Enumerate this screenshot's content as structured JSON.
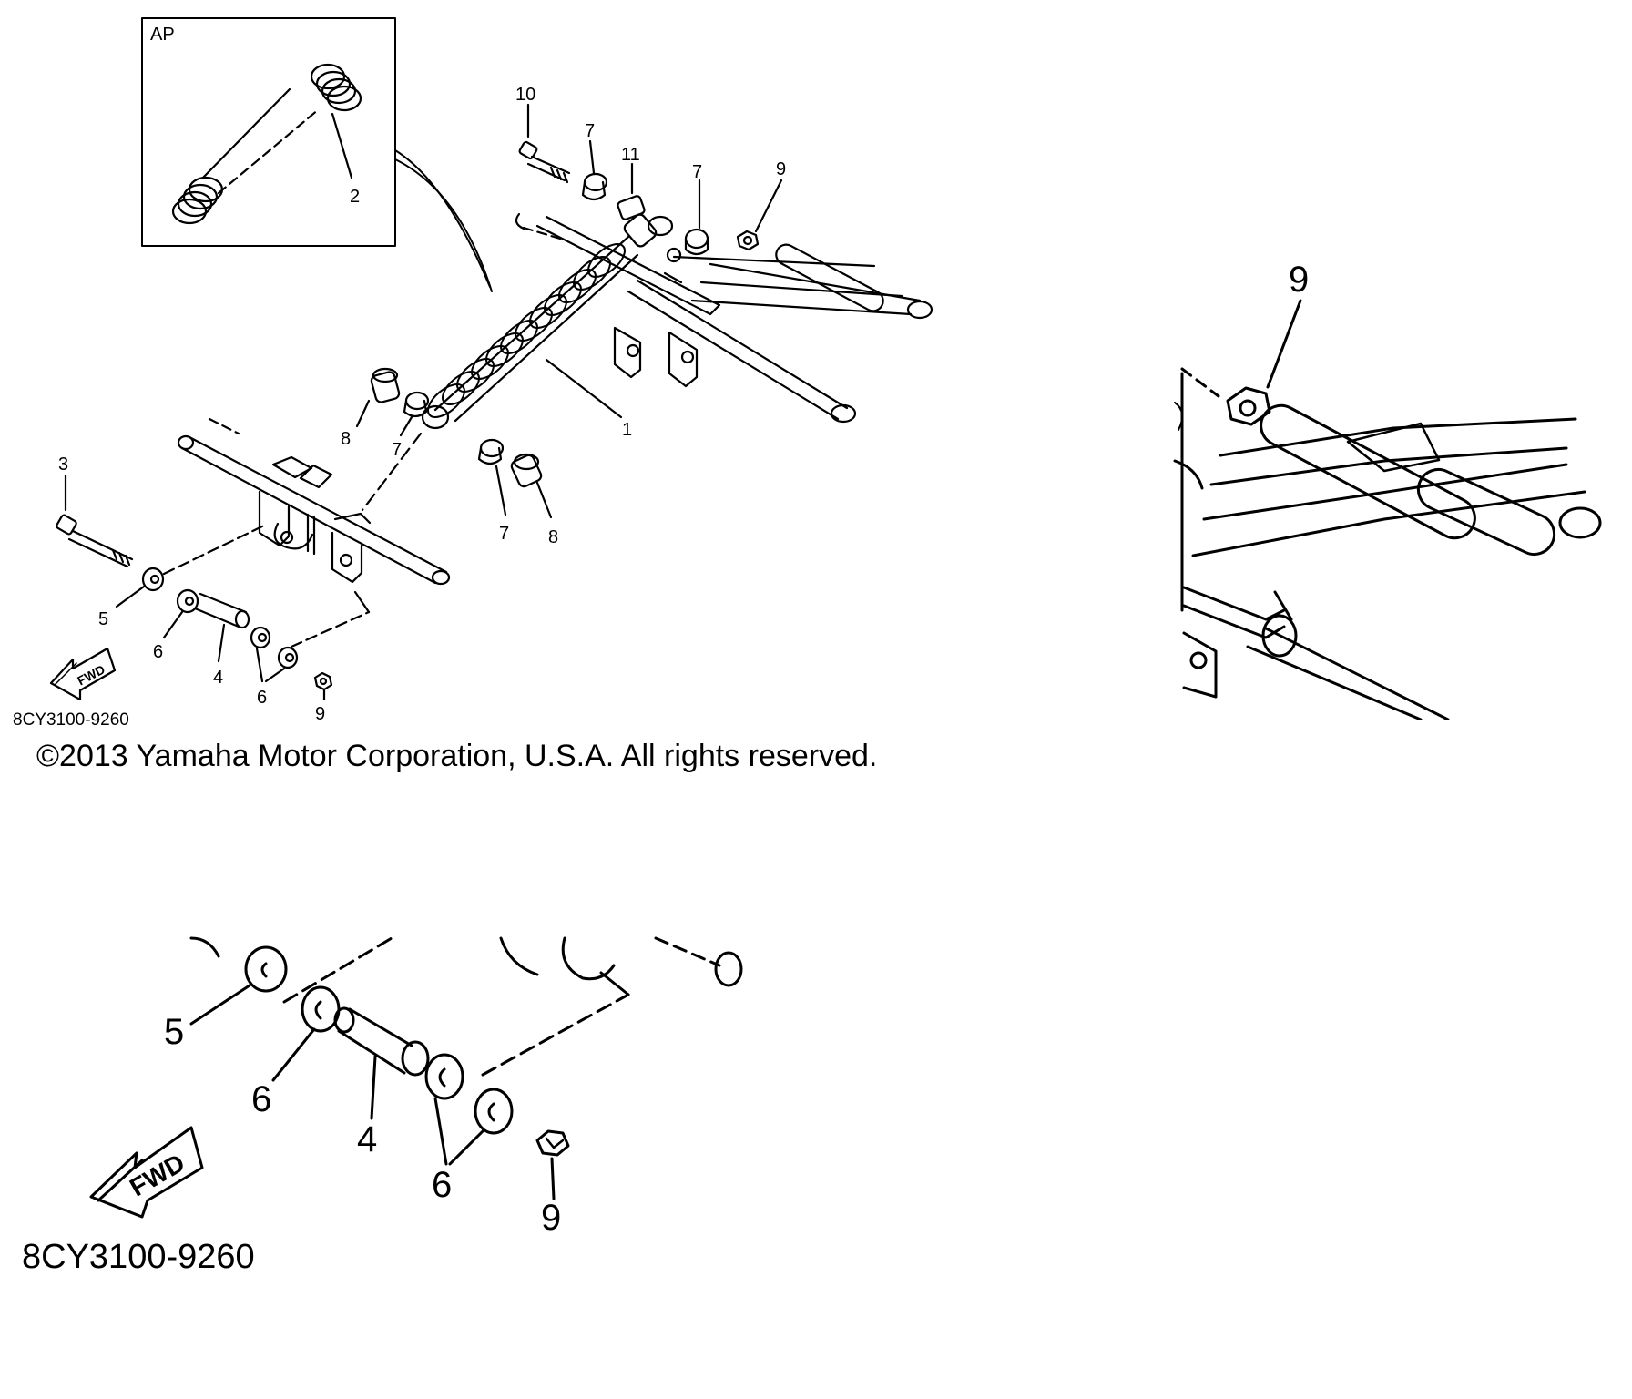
{
  "main": {
    "inset_label": "AP",
    "callouts": {
      "c1": "1",
      "c2": "2",
      "c3": "3",
      "c4": "4",
      "c5": "5",
      "c6a": "6",
      "c6b": "6",
      "c7a": "7",
      "c7b": "7",
      "c7c": "7",
      "c7d": "7",
      "c8a": "8",
      "c8b": "8",
      "c9a": "9",
      "c9b": "9",
      "c10": "10",
      "c11": "11"
    },
    "fwd_label": "FWD",
    "figure_code": "8CY3100-9260",
    "copyright": "©2013 Yamaha Motor Corporation, U.S.A. All rights reserved."
  },
  "zoom_right": {
    "callout": "9"
  },
  "zoom_bottom": {
    "callouts": {
      "c5": "5",
      "c6a": "6",
      "c4": "4",
      "c6b": "6",
      "c9": "9"
    },
    "fwd_label": "FWD",
    "figure_code": "8CY3100-9260"
  }
}
